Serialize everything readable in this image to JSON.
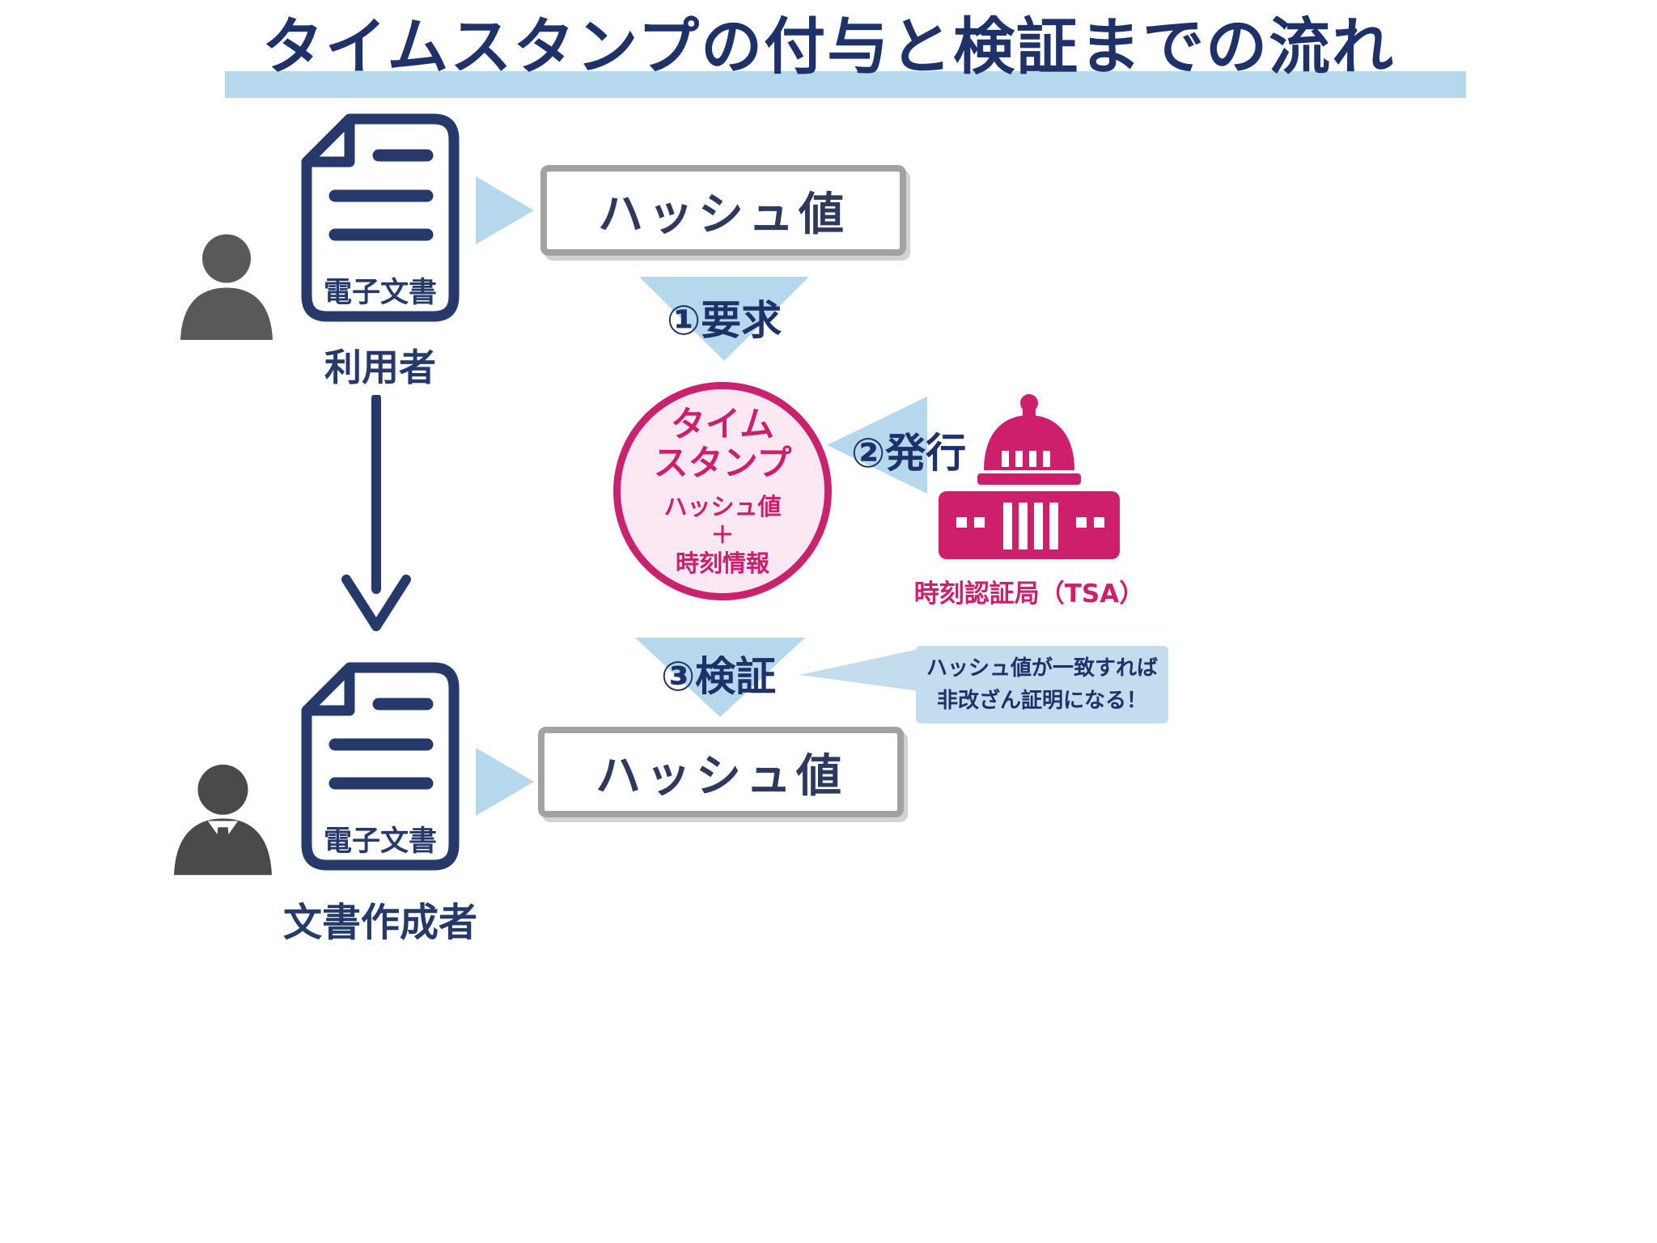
{
  "title": "タイムスタンプの付与と検証までの流れ",
  "top_flow": {
    "actor_label": "利用者",
    "document_label": "電子文書",
    "hash_label": "ハッシュ値"
  },
  "bottom_flow": {
    "actor_label": "文書作成者",
    "document_label": "電子文書",
    "hash_label": "ハッシュ値"
  },
  "steps": {
    "request": "①要求",
    "issue": "②発行",
    "verify": "③検証"
  },
  "timestamp": {
    "title_line1": "タイム",
    "title_line2": "スタンプ",
    "content_line1": "ハッシュ値",
    "content_line2": "＋",
    "content_line3": "時刻情報"
  },
  "tsa": {
    "label": "時刻認証局（TSA）"
  },
  "callout": {
    "line1": "ハッシュ値が一致すれば",
    "line2": "非改ざん証明になる！"
  },
  "colors": {
    "navy": "#1e3168",
    "light_blue": "#b5d8ec",
    "magenta": "#ce1f6d",
    "pink_fill": "#fce8f3",
    "gray_border": "#a2a2a2",
    "person_gray_top": "#595959",
    "person_gray_bottom": "#4a4a4a"
  }
}
